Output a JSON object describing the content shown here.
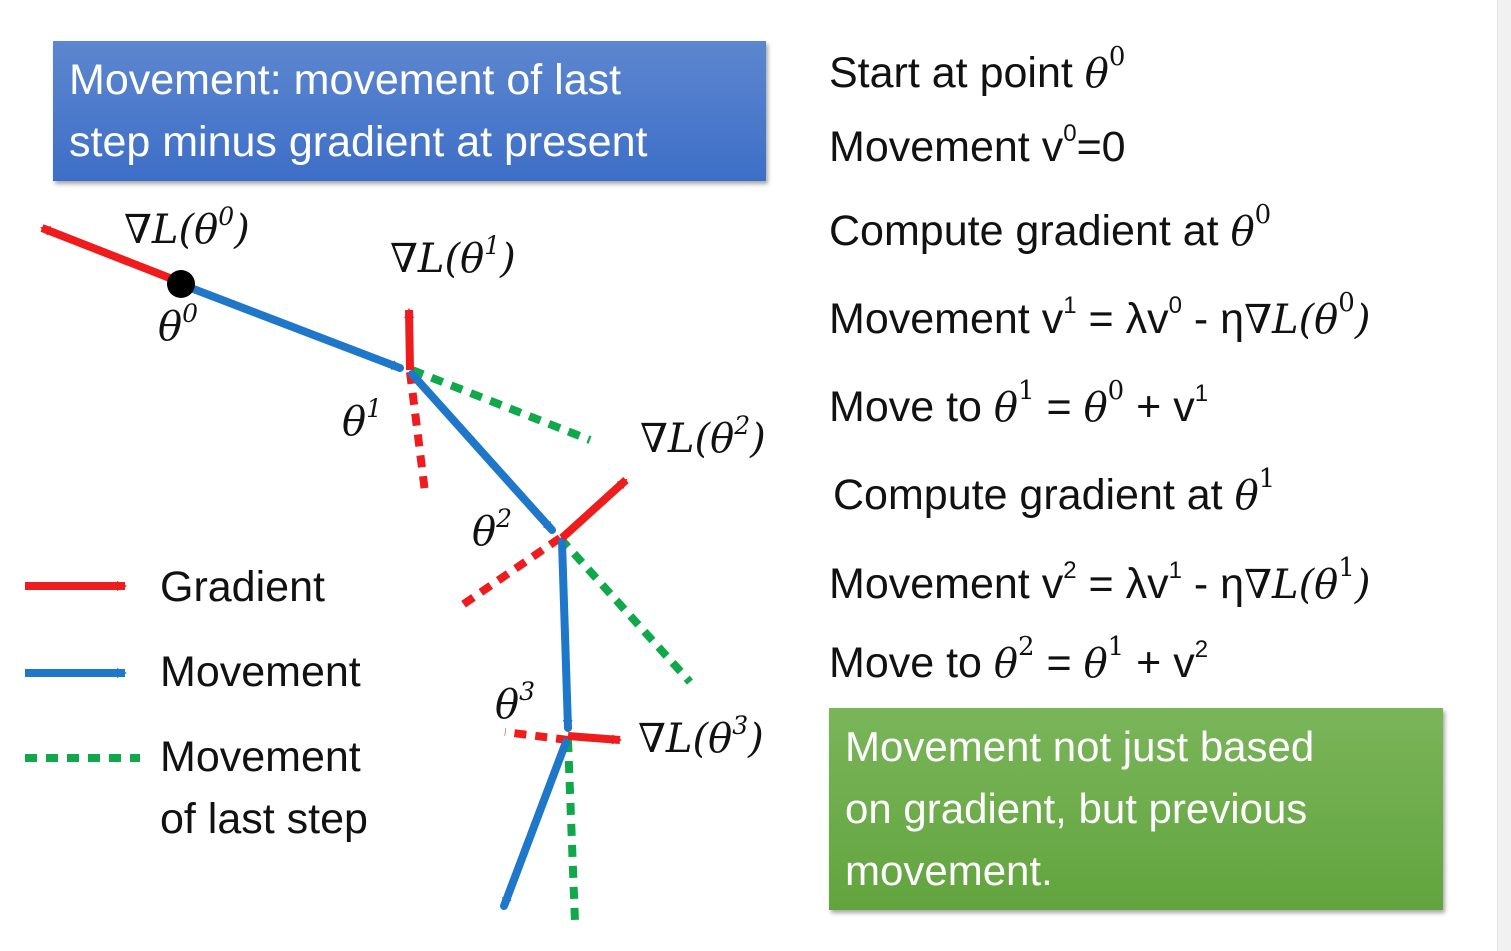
{
  "banner_top": {
    "line1": "Movement: movement of last",
    "line2": "step minus gradient at present"
  },
  "steps": [
    {
      "pre": "Start at point ",
      "theta": "θ",
      "sup": "0"
    },
    {
      "text": "Movement v",
      "sup": "0",
      "post": "=0"
    },
    {
      "pre": "Compute gradient at ",
      "theta": "θ",
      "sup": "0"
    },
    {
      "text": "Movement v",
      "sup": "1",
      "mid": " = λv",
      "sup2": "0",
      "post": " - η",
      "grad": "∇L(θ",
      "gsup": "0",
      "close": ")"
    },
    {
      "pre": "Move to ",
      "theta": "θ",
      "sup": "1",
      "mid": " = ",
      "theta2": "θ",
      "sup2": "0",
      "post": " + v",
      "vsup": "1"
    },
    {
      "pre": "Compute gradient at ",
      "theta": "θ",
      "sup": "1"
    },
    {
      "text": "Movement v",
      "sup": "2",
      "mid": " = λv",
      "sup2": "1",
      "post": " - η",
      "grad": "∇L(θ",
      "gsup": "1",
      "close": ")"
    },
    {
      "pre": "Move to ",
      "theta": "θ",
      "sup": "2",
      "mid": " = ",
      "theta2": "θ",
      "sup2": "1",
      "post": " + v",
      "vsup": "2"
    }
  ],
  "banner_bottom": {
    "line1": "Movement not just based",
    "line2": "on gradient, but previous",
    "line3": "movement."
  },
  "legend": {
    "gradient": "Gradient",
    "movement": "Movement",
    "last_line1": "Movement",
    "last_line2": "of last step"
  },
  "labels": {
    "theta": "θ",
    "grad_prefix": "∇L(θ",
    "close": ")",
    "s0": "0",
    "s1": "1",
    "s2": "2",
    "s3": "3"
  },
  "colors": {
    "gradient": "#ee1c1c",
    "movement": "#1f77c9",
    "last_step": "#10a84b",
    "banner_blue": "#4a78cb",
    "banner_green": "#6aab48"
  }
}
